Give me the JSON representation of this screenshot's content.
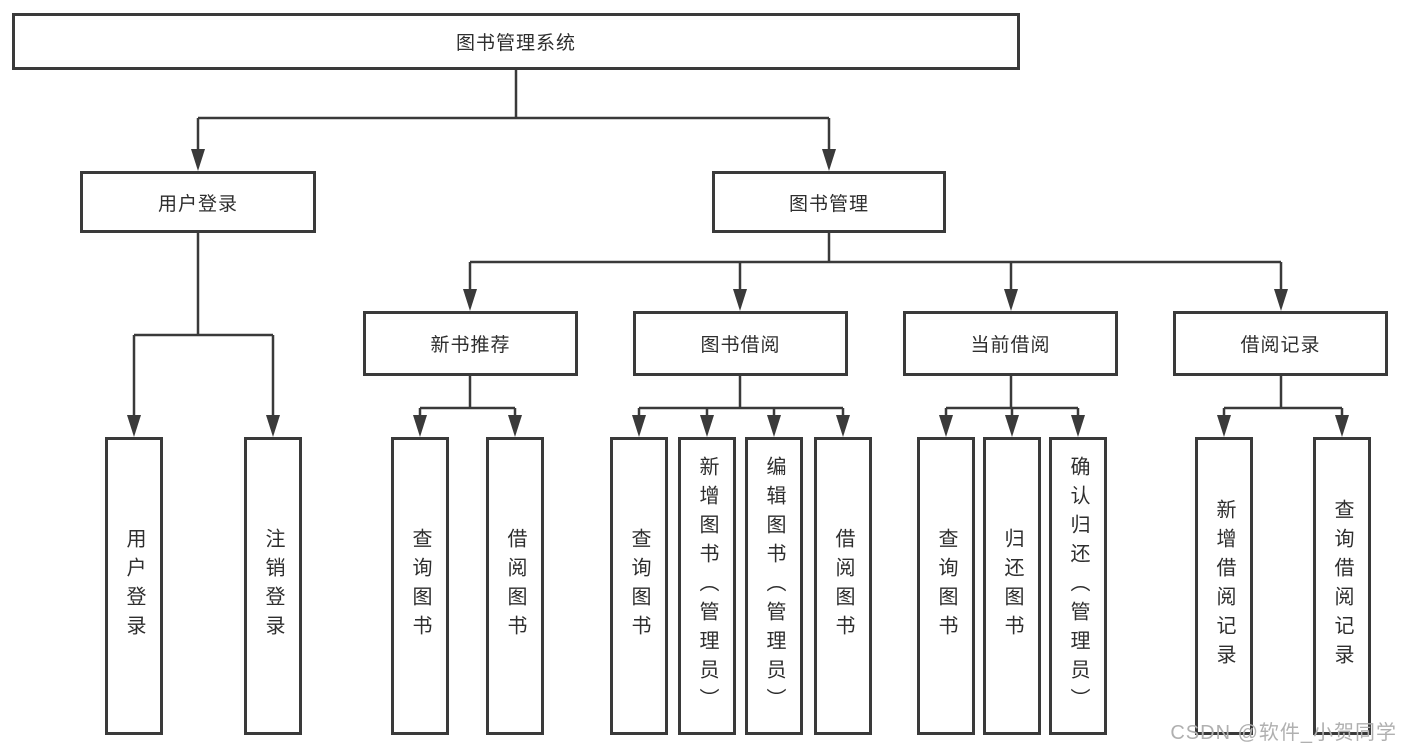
{
  "diagram": {
    "type": "hierarchy-tree",
    "title": "图书管理系统",
    "colors": {
      "line": "#3a3a3a",
      "text": "#2e2e2e",
      "background": "#ffffff",
      "watermark_color": "#b0b0b0"
    },
    "nodes": {
      "root": "图书管理系统",
      "user_login": "用户登录",
      "book_mgmt": "图书管理",
      "new_book_rec": "新书推荐",
      "book_borrow": "图书借阅",
      "current_borrow": "当前借阅",
      "borrow_record": "借阅记录",
      "leaf_login": "用户登录",
      "leaf_logout": "注销登录",
      "rec_query_book": "查询图书",
      "rec_borrow_book": "借阅图书",
      "bor_query_book": "查询图书",
      "bor_add_book": "新增图书（管理员）",
      "bor_edit_book": "编辑图书（管理员）",
      "bor_borrow_book": "借阅图书",
      "cur_query_book": "查询图书",
      "cur_return_book": "归还图书",
      "cur_confirm_return": "确认归还（管理员）",
      "log_add_record": "新增借阅记录",
      "log_query_record": "查询借阅记录"
    },
    "edges": [
      [
        "图书管理系统",
        "用户登录"
      ],
      [
        "图书管理系统",
        "图书管理"
      ],
      [
        "用户登录",
        "用户登录(叶)"
      ],
      [
        "用户登录",
        "注销登录"
      ],
      [
        "图书管理",
        "新书推荐"
      ],
      [
        "图书管理",
        "图书借阅"
      ],
      [
        "图书管理",
        "当前借阅"
      ],
      [
        "图书管理",
        "借阅记录"
      ],
      [
        "新书推荐",
        "查询图书"
      ],
      [
        "新书推荐",
        "借阅图书"
      ],
      [
        "图书借阅",
        "查询图书"
      ],
      [
        "图书借阅",
        "新增图书（管理员）"
      ],
      [
        "图书借阅",
        "编辑图书（管理员）"
      ],
      [
        "图书借阅",
        "借阅图书"
      ],
      [
        "当前借阅",
        "查询图书"
      ],
      [
        "当前借阅",
        "归还图书"
      ],
      [
        "当前借阅",
        "确认归还（管理员）"
      ],
      [
        "借阅记录",
        "新增借阅记录"
      ],
      [
        "借阅记录",
        "查询借阅记录"
      ]
    ],
    "watermark": "CSDN @软件_小贺同学"
  }
}
